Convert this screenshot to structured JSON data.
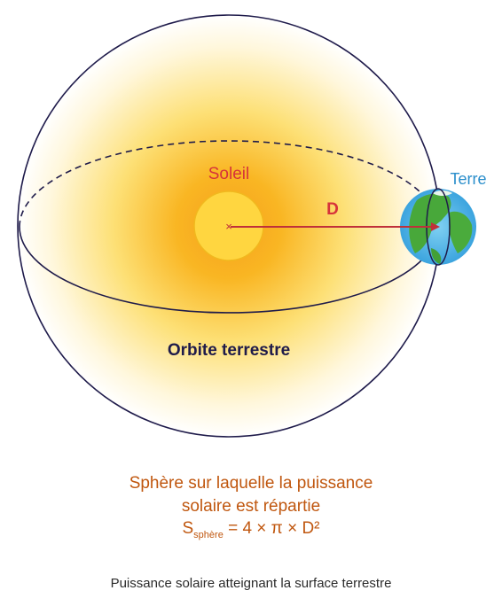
{
  "labels": {
    "sun": "Soleil",
    "earth": "Terre",
    "distance": "D",
    "orbit": "Orbite terrestre",
    "center_mark": "×"
  },
  "caption": {
    "line1": "Sphère sur laquelle la puissance",
    "line2": "solaire est répartie",
    "formula_S": "S",
    "formula_sub": "sphère",
    "formula_rest": " = 4 × π × D²"
  },
  "footer": "Puissance solaire atteignant la surface terrestre",
  "colors": {
    "caption": "#c0570f",
    "sun_label": "#d6333a",
    "earth_label": "#2a8ecb",
    "arrow": "#c0303a",
    "outline": "#1f1b4a",
    "sun_fill": "#ffd640",
    "sun_stroke": "#f1b81e"
  }
}
